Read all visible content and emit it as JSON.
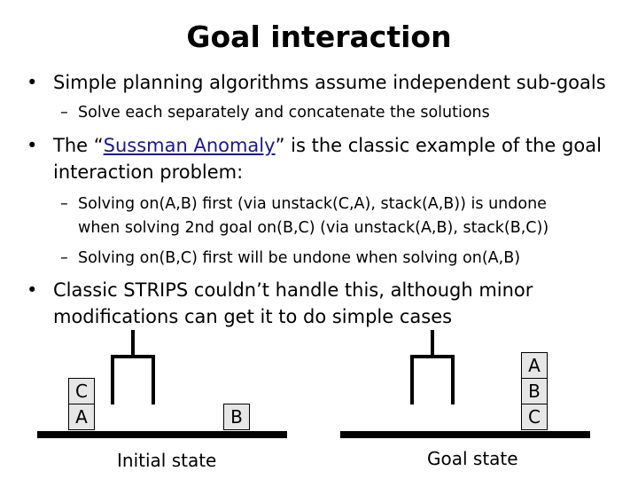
{
  "slide": {
    "title": "Goal interaction",
    "bullets": {
      "b1": {
        "mark": "•",
        "text": "Simple planning algorithms assume independent sub-goals",
        "sub1": {
          "mark": "–",
          "text": "Solve each separately and concatenate the solutions"
        }
      },
      "b2": {
        "mark": "•",
        "text_before": "The “",
        "link": "Sussman Anomaly",
        "text_after": "” is the classic example of the goal",
        "text_line2": "interaction problem:",
        "sub1": {
          "mark": "–",
          "line1": "Solving on(A,B) first (via unstack(C,A), stack(A,B)) is undone",
          "line2": "when solving 2nd goal on(B,C) (via unstack(A,B), stack(B,C))"
        },
        "sub2": {
          "mark": "–",
          "text": "Solving on(B,C) first will be undone when solving on(A,B)"
        }
      },
      "b3": {
        "mark": "•",
        "line1": "Classic STRIPS couldn’t handle this, although minor",
        "line2": "modifications can get it to do simple cases"
      }
    }
  },
  "diagram": {
    "initial": {
      "caption": "Initial state",
      "blocks": {
        "top": "C",
        "bottom": "A",
        "alone": "B"
      }
    },
    "goal": {
      "caption": "Goal state",
      "blocks": {
        "top": "A",
        "middle": "B",
        "bottom": "C"
      }
    },
    "colors": {
      "block_fill": "#e6e6e6",
      "table": "#000000",
      "link": "#1a1a8a"
    }
  }
}
